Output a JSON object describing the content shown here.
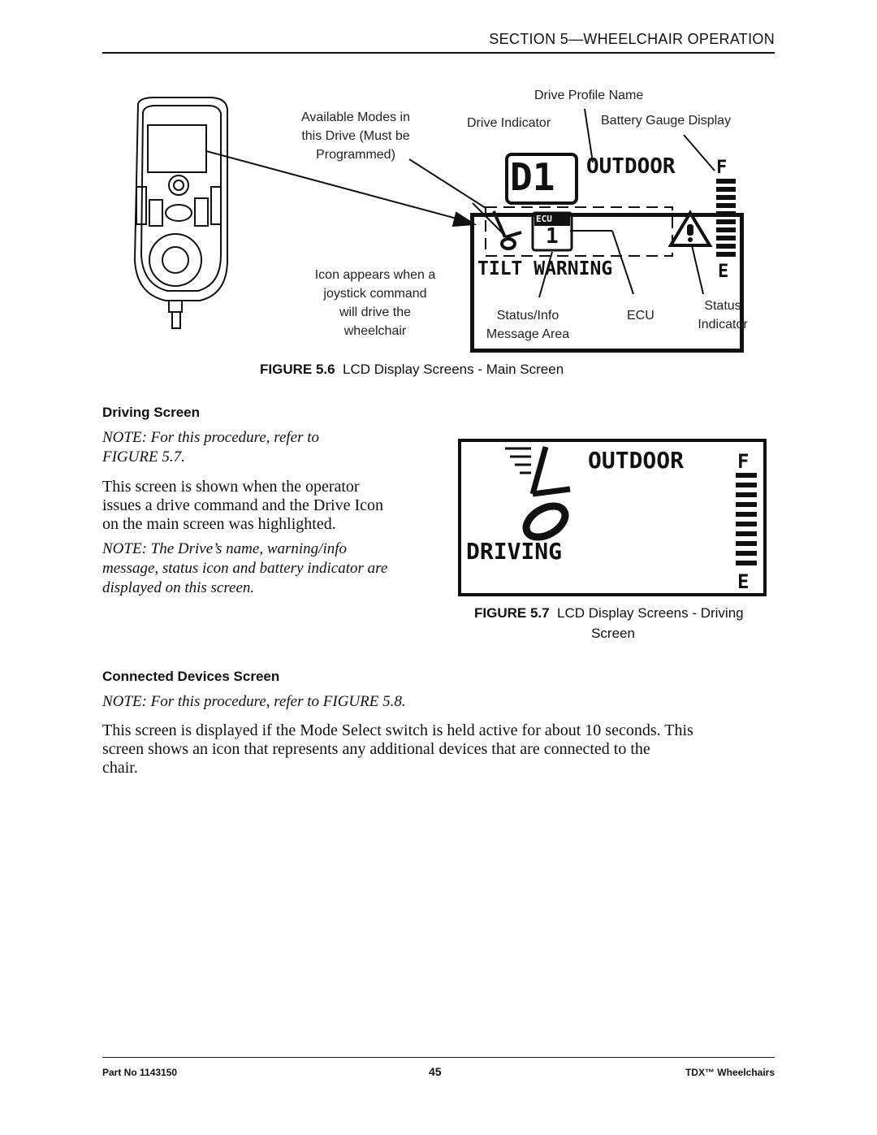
{
  "header": {
    "section": "SECTION 5—WHEELCHAIR OPERATION"
  },
  "figure6": {
    "labels": {
      "drive_profile_name": "Drive Profile Name",
      "drive_indicator": "Drive Indicator",
      "battery_gauge_display": "Battery Gauge Display",
      "available_modes": [
        "Available Modes in",
        "this Drive (Must be",
        "Programmed)"
      ],
      "icon_appears": [
        "Icon appears when a",
        "joystick command",
        "will drive the",
        "wheelchair"
      ],
      "status_info": [
        "Status/Info",
        "Message Area"
      ],
      "ecu": "ECU",
      "status_indicator": [
        "Status",
        "Indicator"
      ]
    },
    "lcd": {
      "drive": "D1",
      "profile": "OUTDOOR",
      "ecu_label": "ECU",
      "ecu_number": "1",
      "message": "TILT WARNING",
      "battery_full": "F",
      "battery_empty": "E",
      "battery_level": 1.0
    },
    "caption": {
      "number": "FIGURE 5.6",
      "text": "LCD Display Screens - Main Screen"
    }
  },
  "driving_screen": {
    "heading": "Driving Screen",
    "note1": [
      "NOTE: For this procedure, refer to",
      "FIGURE 5.7."
    ],
    "body": [
      "This screen is shown when the operator",
      "issues a drive command and the Drive Icon",
      "on the main screen was highlighted."
    ],
    "note2": [
      "NOTE: The Drive’s name, warning/info",
      "message, status icon and battery indicator are",
      "displayed on this screen."
    ]
  },
  "figure7": {
    "lcd": {
      "profile": "OUTDOOR",
      "message": "DRIVING",
      "battery_full": "F",
      "battery_empty": "E",
      "battery_level": 1.0
    },
    "caption": {
      "number": "FIGURE 5.7",
      "text": "LCD Display Screens - Driving",
      "text2": "Screen"
    }
  },
  "connected_devices": {
    "heading": "Connected Devices Screen",
    "note": "NOTE: For this procedure, refer to FIGURE 5.8.",
    "body": [
      "This screen is displayed if the Mode Select switch is held active for about 10 seconds. This",
      "screen shows an icon that represents any additional devices that are connected to the",
      "chair."
    ]
  },
  "footer": {
    "part": "Part No 1143150",
    "page": "45",
    "product": "TDX™ Wheelchairs"
  }
}
